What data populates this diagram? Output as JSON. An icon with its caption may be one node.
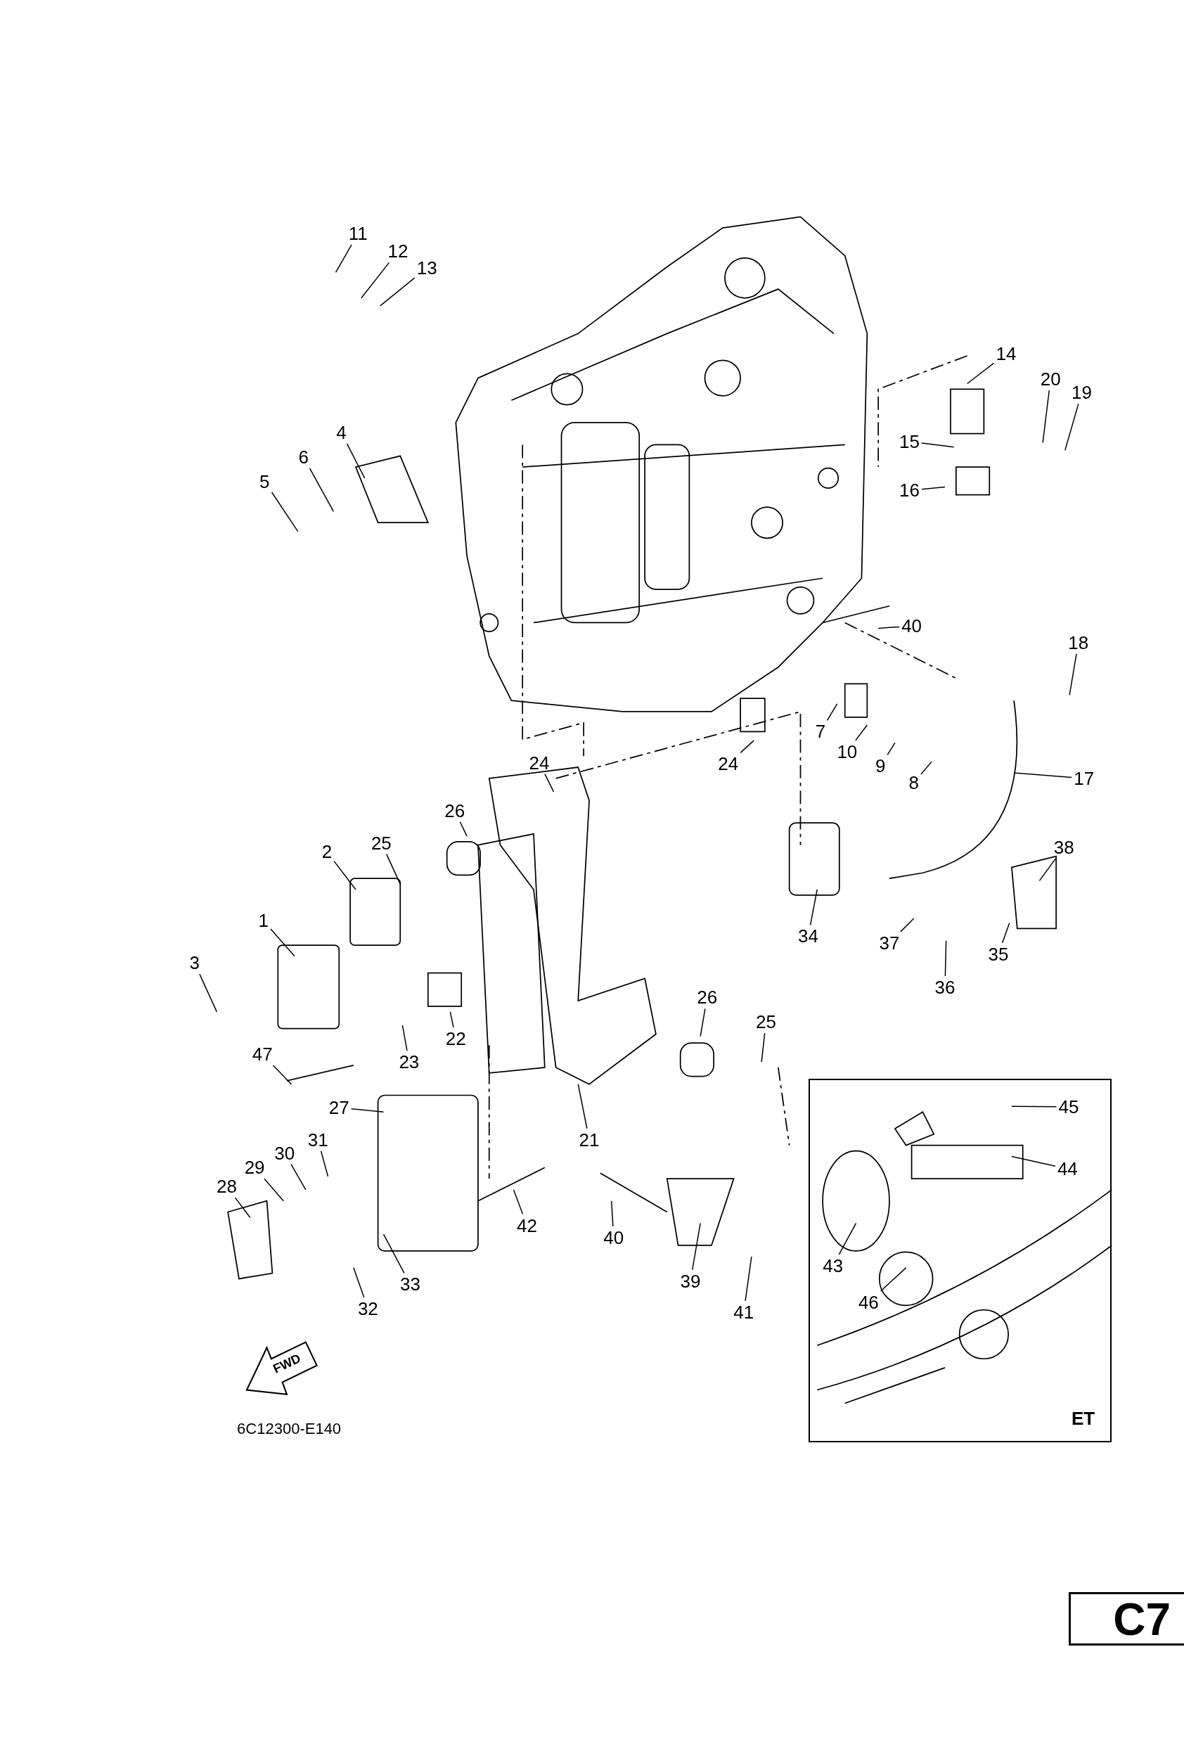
{
  "diagram": {
    "nodes": [
      {
        "text": [
          "11"
        ]
      },
      {
        "text": [
          "12"
        ]
      },
      {
        "text": [
          "13"
        ]
      },
      {
        "text": [
          "14"
        ]
      },
      {
        "text": [
          "20"
        ]
      },
      {
        "text": [
          "19"
        ]
      },
      {
        "text": [
          "4"
        ]
      },
      {
        "text": [
          "15"
        ]
      },
      {
        "text": [
          "6"
        ]
      },
      {
        "text": [
          "16"
        ]
      },
      {
        "text": [
          "5"
        ]
      },
      {
        "text": [
          "40"
        ]
      },
      {
        "text": [
          "18"
        ]
      },
      {
        "text": [
          "7"
        ]
      },
      {
        "text": [
          "10"
        ]
      },
      {
        "text": [
          "24"
        ]
      },
      {
        "text": [
          "24"
        ]
      },
      {
        "text": [
          "9"
        ]
      },
      {
        "text": [
          "17"
        ]
      },
      {
        "text": [
          "8"
        ]
      },
      {
        "text": [
          "26"
        ]
      },
      {
        "text": [
          "25"
        ]
      },
      {
        "text": [
          "2"
        ]
      },
      {
        "text": [
          "38"
        ]
      },
      {
        "text": [
          "1"
        ]
      },
      {
        "text": [
          "34"
        ]
      },
      {
        "text": [
          "37"
        ]
      },
      {
        "text": [
          "36"
        ]
      },
      {
        "text": [
          "35"
        ]
      },
      {
        "text": [
          "3"
        ]
      },
      {
        "text": [
          "26"
        ]
      },
      {
        "text": [
          "25"
        ]
      },
      {
        "text": [
          "22"
        ]
      },
      {
        "text": [
          "47"
        ]
      },
      {
        "text": [
          "23"
        ]
      },
      {
        "text": [
          "ET"
        ]
      },
      {
        "text": [
          "45"
        ],
        "in": 35
      },
      {
        "text": [
          "27"
        ]
      },
      {
        "text": [
          "21"
        ]
      },
      {
        "text": [
          "31"
        ]
      },
      {
        "text": [
          "30"
        ]
      },
      {
        "text": [
          "44"
        ],
        "in": 35
      },
      {
        "text": [
          "29"
        ]
      },
      {
        "text": [
          "28"
        ]
      },
      {
        "text": [
          "42"
        ]
      },
      {
        "text": [
          "40"
        ]
      },
      {
        "text": [
          "43"
        ],
        "in": 35
      },
      {
        "text": [
          "39"
        ]
      },
      {
        "text": [
          "46"
        ],
        "in": 35
      },
      {
        "text": [
          "33"
        ]
      },
      {
        "text": [
          "41"
        ]
      },
      {
        "text": [
          "32"
        ]
      },
      {
        "text": [
          "C7"
        ]
      }
    ],
    "edges": [
      {
        "from": 0,
        "to": null,
        "arrow": "none"
      },
      {
        "from": 1,
        "to": null,
        "arrow": "none"
      },
      {
        "from": 2,
        "to": null,
        "arrow": "none"
      },
      {
        "from": 3,
        "to": null,
        "arrow": "none"
      },
      {
        "from": 4,
        "to": null,
        "arrow": "none"
      },
      {
        "from": 5,
        "to": null,
        "arrow": "none"
      },
      {
        "from": 6,
        "to": null,
        "arrow": "none"
      },
      {
        "from": 7,
        "to": null,
        "arrow": "none"
      },
      {
        "from": 8,
        "to": null,
        "arrow": "none"
      },
      {
        "from": 9,
        "to": null,
        "arrow": "none"
      },
      {
        "from": 10,
        "to": null,
        "arrow": "none"
      },
      {
        "from": 11,
        "to": null,
        "arrow": "none"
      },
      {
        "from": 12,
        "to": null,
        "arrow": "none"
      },
      {
        "from": 13,
        "to": null,
        "arrow": "none"
      },
      {
        "from": 14,
        "to": null,
        "arrow": "none"
      },
      {
        "from": 15,
        "to": null,
        "arrow": "none"
      },
      {
        "from": 16,
        "to": null,
        "arrow": "none"
      },
      {
        "from": 17,
        "to": null,
        "arrow": "none"
      },
      {
        "from": 18,
        "to": null,
        "arrow": "none"
      },
      {
        "from": 19,
        "to": null,
        "arrow": "none"
      },
      {
        "from": 20,
        "to": null,
        "arrow": "none"
      },
      {
        "from": 21,
        "to": null,
        "arrow": "none"
      },
      {
        "from": 22,
        "to": null,
        "arrow": "none"
      },
      {
        "from": 23,
        "to": null,
        "arrow": "none"
      },
      {
        "from": 24,
        "to": null,
        "arrow": "none"
      },
      {
        "from": 25,
        "to": null,
        "arrow": "none"
      },
      {
        "from": 26,
        "to": null,
        "arrow": "none"
      },
      {
        "from": 27,
        "to": null,
        "arrow": "none"
      },
      {
        "from": 28,
        "to": null,
        "arrow": "none"
      },
      {
        "from": 29,
        "to": null,
        "arrow": "none"
      },
      {
        "from": 30,
        "to": null,
        "arrow": "none"
      },
      {
        "from": 31,
        "to": null,
        "arrow": "none"
      },
      {
        "from": 32,
        "to": null,
        "arrow": "none"
      },
      {
        "from": 33,
        "to": null,
        "arrow": "none"
      },
      {
        "from": 34,
        "to": null,
        "arrow": "none"
      },
      {
        "from": 36,
        "to": null,
        "arrow": "none"
      },
      {
        "from": 37,
        "to": null,
        "arrow": "none"
      },
      {
        "from": 38,
        "to": null,
        "arrow": "none"
      },
      {
        "from": 39,
        "to": null,
        "arrow": "none"
      },
      {
        "from": 40,
        "to": null,
        "arrow": "none"
      },
      {
        "from": 41,
        "to": null,
        "arrow": "none"
      },
      {
        "from": 42,
        "to": null,
        "arrow": "none"
      },
      {
        "from": 43,
        "to": null,
        "arrow": "none"
      },
      {
        "from": 44,
        "to": null,
        "arrow": "none"
      },
      {
        "from": 45,
        "to": null,
        "arrow": "none"
      },
      {
        "from": 46,
        "to": null,
        "arrow": "none"
      },
      {
        "from": 47,
        "to": null,
        "arrow": "none"
      },
      {
        "from": 48,
        "to": null,
        "arrow": "none"
      },
      {
        "from": 49,
        "to": null,
        "arrow": "none"
      },
      {
        "from": 50,
        "to": null,
        "arrow": "none"
      },
      {
        "from": 51,
        "to": null,
        "arrow": "none"
      }
    ],
    "labels": [
      "FWD",
      "6C12300-E140"
    ]
  }
}
